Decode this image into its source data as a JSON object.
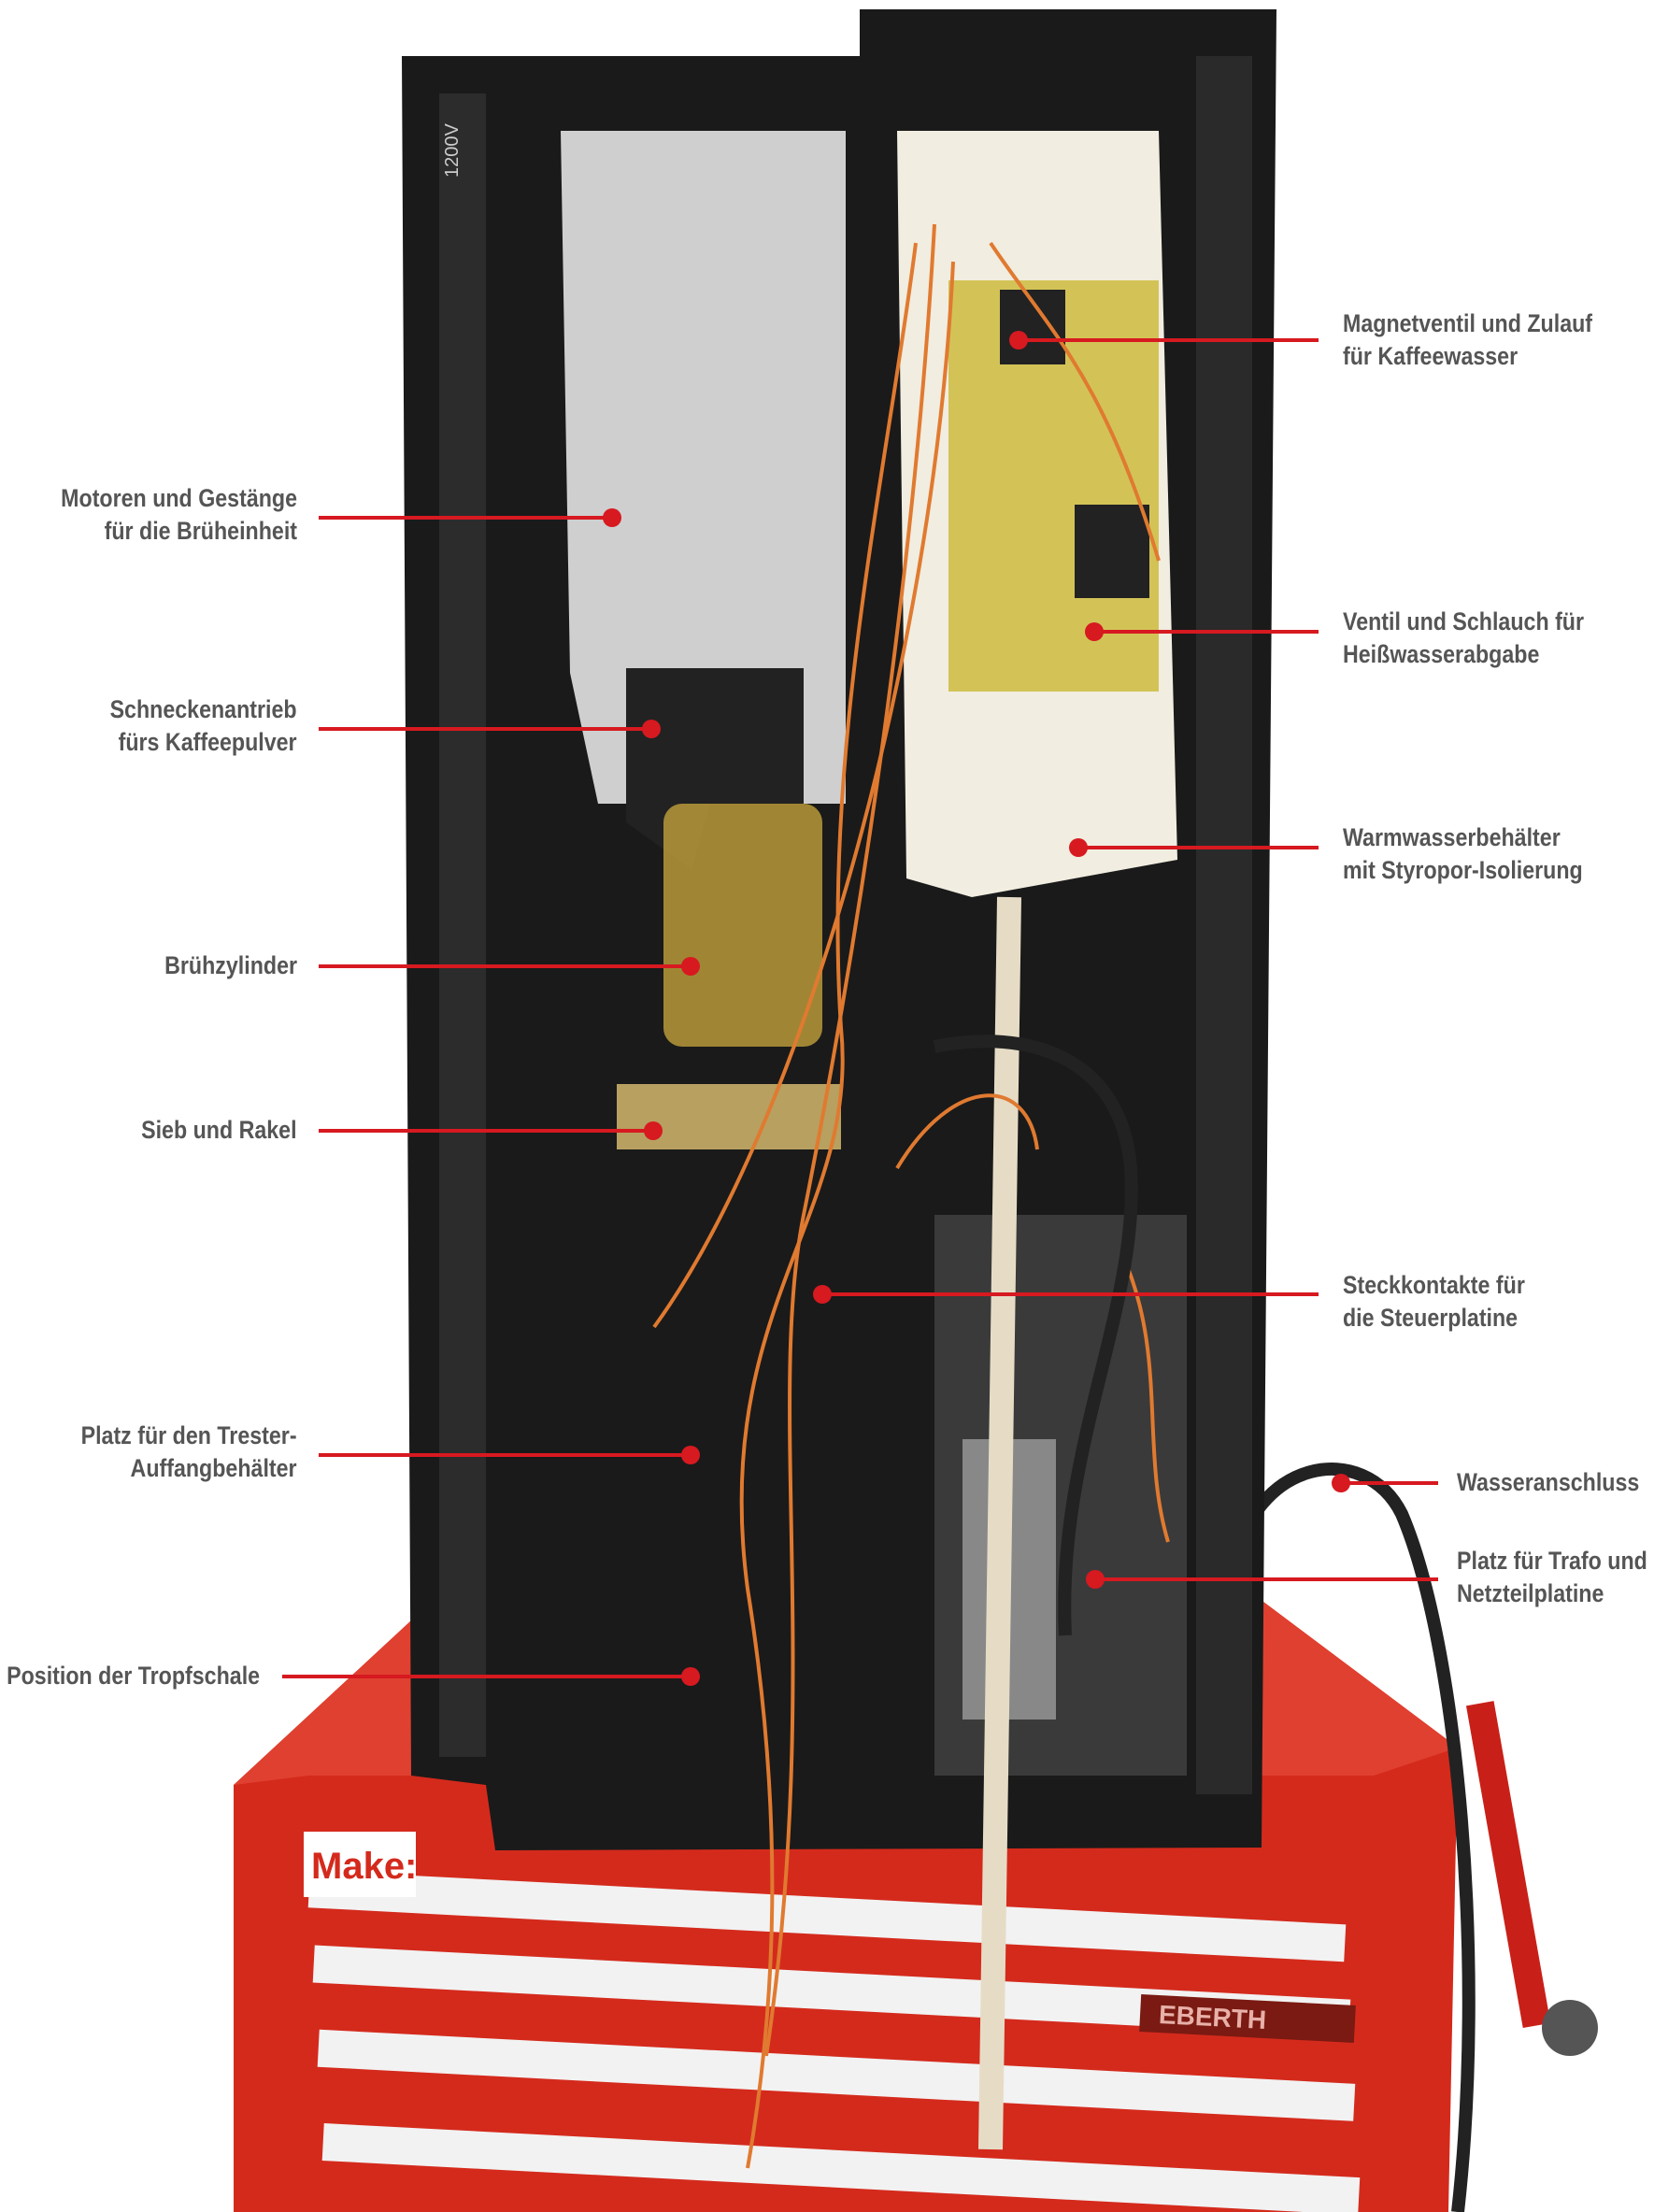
{
  "annotations": {
    "motoren": {
      "line1": "Motoren und Gestänge",
      "line2": "für die Brüheinheit"
    },
    "schnecke": {
      "line1": "Schneckenantrieb",
      "line2": "fürs Kaffeepulver"
    },
    "bruehzylinder": {
      "line1": "Brühzylinder"
    },
    "sieb": {
      "line1": "Sieb und Rakel"
    },
    "trester": {
      "line1": "Platz für den Trester-",
      "line2": "Auffangbehälter"
    },
    "tropfschale": {
      "line1": "Position der Tropfschale"
    },
    "magnetventil": {
      "line1": "Magnetventil und Zulauf",
      "line2": "für Kaffeewasser"
    },
    "heisswasser": {
      "line1": "Ventil und Schlauch für",
      "line2": "Heißwasserabgabe"
    },
    "warmwasser": {
      "line1": "Warmwasserbehälter",
      "line2": "mit Styropor-Isolierung"
    },
    "steckkontakte": {
      "line1": "Steckkontakte für",
      "line2": "die Steuerplatine"
    },
    "wasseranschluss": {
      "line1": "Wasseranschluss"
    },
    "trafo": {
      "line1": "Platz für Trafo und",
      "line2": "Netzteilplatine"
    }
  },
  "photo": {
    "voltage_label": "1200V",
    "brand_logo": "Make:",
    "toolbox_brand": "EBERTH"
  },
  "colors": {
    "callout": "#d71920",
    "label_text": "#555555",
    "toolbox": "#d42a1c",
    "frame": "#1a1a1a"
  }
}
